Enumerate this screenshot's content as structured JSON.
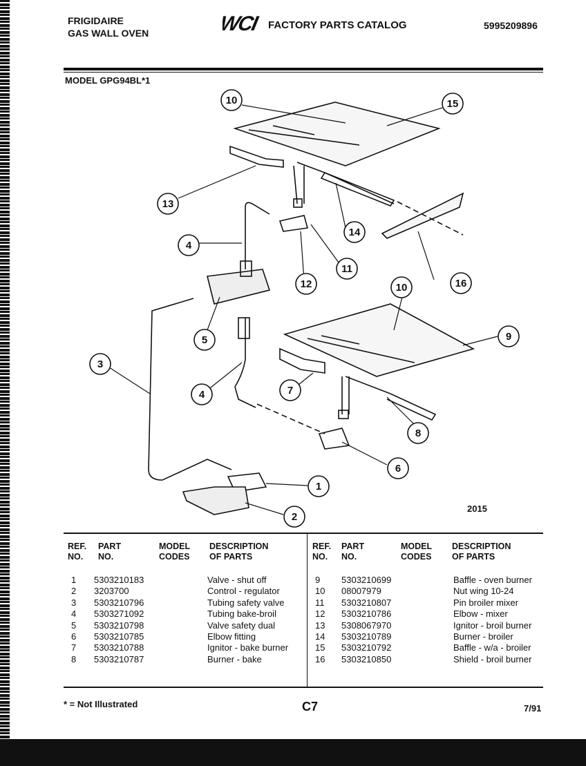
{
  "header": {
    "brand": "FRIGIDAIRE",
    "product": "GAS WALL OVEN",
    "logo_text": "WCI",
    "catalog_title": "FACTORY PARTS CATALOG",
    "catalog_number": "5995209896"
  },
  "model": "MODEL GPG94BL*1",
  "diagram": {
    "figure_number": "2015",
    "callouts": [
      "1",
      "2",
      "3",
      "4",
      "5",
      "6",
      "7",
      "8",
      "9",
      "10",
      "11",
      "12",
      "13",
      "14",
      "15",
      "16"
    ]
  },
  "table": {
    "headers": {
      "ref_no": [
        "REF.",
        "NO."
      ],
      "part_no": [
        "PART",
        "NO."
      ],
      "model_codes": [
        "MODEL",
        "CODES"
      ],
      "description": [
        "DESCRIPTION",
        "OF PARTS"
      ]
    },
    "left_rows": [
      {
        "ref": "1",
        "part": "5303210183",
        "desc": "Valve - shut off"
      },
      {
        "ref": "2",
        "part": "3203700",
        "desc": "Control - regulator"
      },
      {
        "ref": "3",
        "part": "5303210796",
        "desc": "Tubing safety valve"
      },
      {
        "ref": "4",
        "part": "5303271092",
        "desc": "Tubing bake-broil"
      },
      {
        "ref": "5",
        "part": "5303210798",
        "desc": "Valve safety dual"
      },
      {
        "ref": "6",
        "part": "5303210785",
        "desc": "Elbow fitting"
      },
      {
        "ref": "7",
        "part": "5303210788",
        "desc": "Ignitor - bake burner"
      },
      {
        "ref": "8",
        "part": "5303210787",
        "desc": "Burner - bake"
      }
    ],
    "right_rows": [
      {
        "ref": "9",
        "part": "5303210699",
        "desc": "Baffle - oven burner"
      },
      {
        "ref": "10",
        "part": "08007979",
        "desc": "Nut wing 10-24"
      },
      {
        "ref": "11",
        "part": "5303210807",
        "desc": "Pin broiler mixer"
      },
      {
        "ref": "12",
        "part": "5303210786",
        "desc": "Elbow - mixer"
      },
      {
        "ref": "13",
        "part": "5308067970",
        "desc": "Ignitor - broil burner"
      },
      {
        "ref": "14",
        "part": "5303210789",
        "desc": "Burner - broiler"
      },
      {
        "ref": "15",
        "part": "5303210792",
        "desc": "Baffle - w/a - broiler"
      },
      {
        "ref": "16",
        "part": "5303210850",
        "desc": "Shield - broil burner"
      }
    ]
  },
  "footer": {
    "note": "* = Not Illustrated",
    "page_code": "C7",
    "date": "7/91"
  }
}
